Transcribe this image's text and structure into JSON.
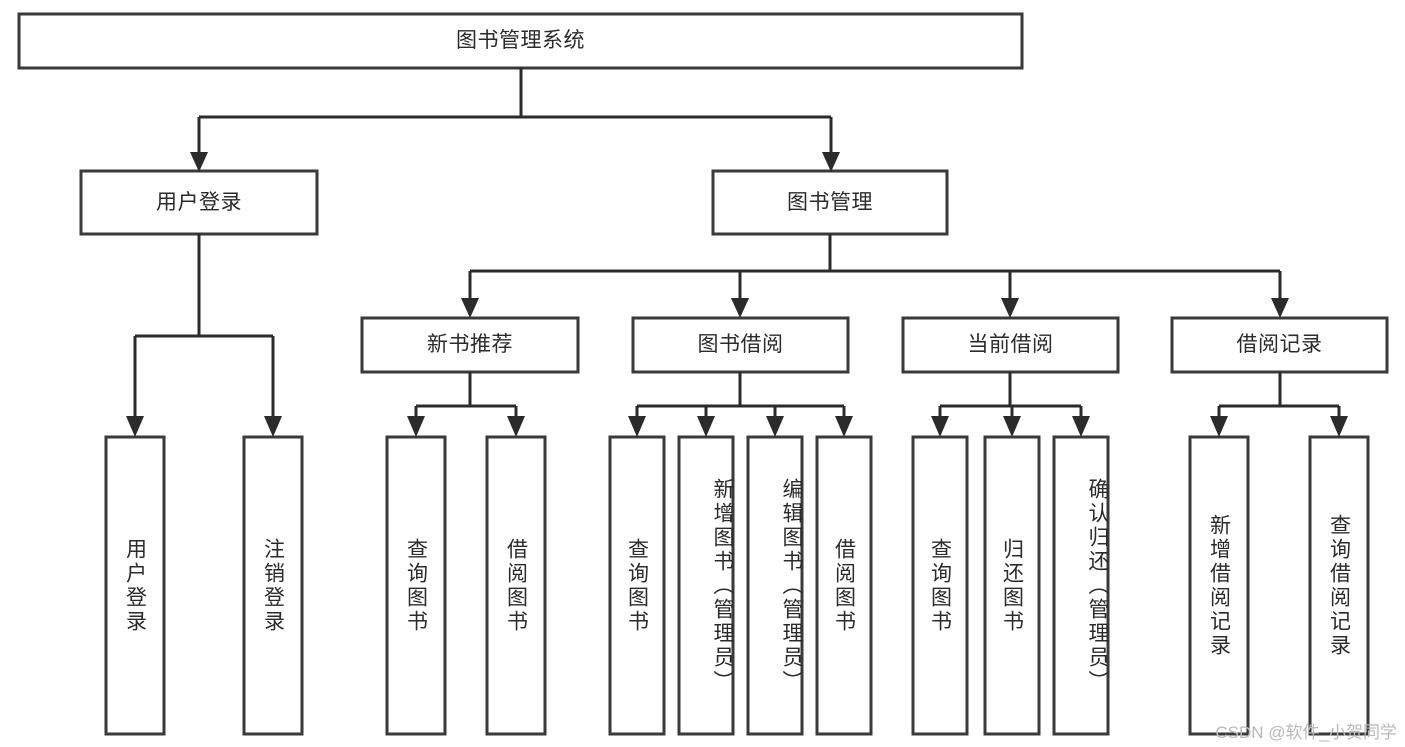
{
  "diagram": {
    "title": "图书管理系统",
    "type": "tree-hierarchy",
    "colors": {
      "box_stroke": "#3a3a3a",
      "box_fill": "#ffffff",
      "edge": "#2b2b2b",
      "text": "#2b2b2b",
      "background": "#ffffff",
      "watermark": "#b9b9b9"
    },
    "root": {
      "label": "图书管理系统"
    },
    "level1": [
      {
        "label": "用户登录"
      },
      {
        "label": "图书管理"
      }
    ],
    "level2": [
      {
        "label": "新书推荐"
      },
      {
        "label": "图书借阅"
      },
      {
        "label": "当前借阅"
      },
      {
        "label": "借阅记录"
      }
    ],
    "leaves": {
      "user_login": [
        {
          "label": "用户登录"
        },
        {
          "label": "注销登录"
        }
      ],
      "new_book_recommend": [
        {
          "label": "查询图书"
        },
        {
          "label": "借阅图书"
        }
      ],
      "book_borrow": [
        {
          "label": "查询图书"
        },
        {
          "label": "新增图书（管理员）"
        },
        {
          "label": "编辑图书（管理员）"
        },
        {
          "label": "借阅图书"
        }
      ],
      "current_borrow": [
        {
          "label": "查询图书"
        },
        {
          "label": "归还图书"
        },
        {
          "label": "确认归还（管理员）"
        }
      ],
      "borrow_record": [
        {
          "label": "新增借阅记录"
        },
        {
          "label": "查询借阅记录"
        }
      ]
    },
    "watermark": "CSDN @软件_小贺同学"
  }
}
